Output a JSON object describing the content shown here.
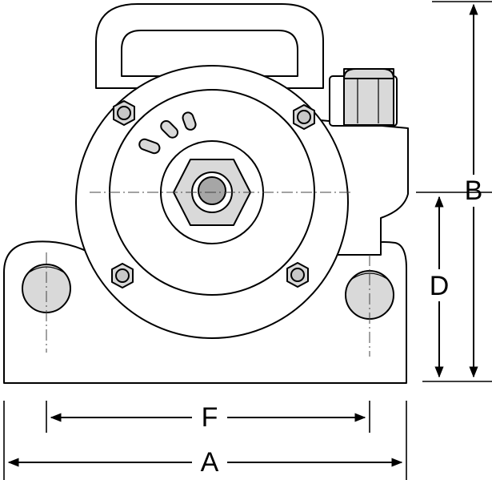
{
  "colors": {
    "outline": "#000000",
    "body_fill": "#ffffff",
    "part_fill": "#d9d9d9",
    "bolt_fill": "#c8c8c8",
    "shaft_fill": "#a6a6a6"
  },
  "dimensions": {
    "A": "A",
    "B": "B",
    "D": "D",
    "F": "F"
  }
}
